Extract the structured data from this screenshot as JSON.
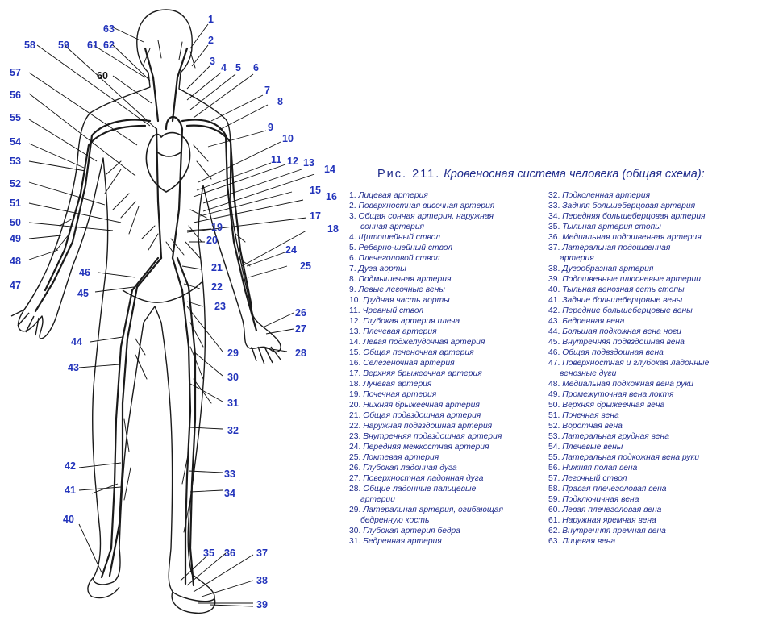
{
  "figure": {
    "caption_prefix": "Рис. 211.",
    "caption_title": "Кровеносная система человека (общая схема):",
    "colors": {
      "text": "#1e2a8a",
      "markers": "#2233bb",
      "lines": "#1a1a1a"
    }
  },
  "markers": [
    "1",
    "2",
    "3",
    "4",
    "5",
    "6",
    "7",
    "8",
    "9",
    "10",
    "11",
    "12",
    "13",
    "14",
    "15",
    "16",
    "17",
    "18",
    "19",
    "20",
    "21",
    "22",
    "23",
    "24",
    "25",
    "26",
    "27",
    "28",
    "29",
    "30",
    "31",
    "32",
    "33",
    "34",
    "35",
    "36",
    "37",
    "38",
    "39",
    "40",
    "41",
    "42",
    "43",
    "44",
    "45",
    "46",
    "47",
    "48",
    "49",
    "50",
    "51",
    "52",
    "53",
    "54",
    "55",
    "56",
    "57",
    "58",
    "59",
    "60",
    "61",
    "62",
    "63"
  ],
  "legend_left": [
    {
      "n": "1.",
      "t": "Лицевая артерия"
    },
    {
      "n": "2.",
      "t": "Поверхностная височная артерия"
    },
    {
      "n": "3.",
      "t": "Общая сонная артерия, наружная"
    },
    {
      "n": "",
      "t": "сонная артерия"
    },
    {
      "n": "4.",
      "t": "Щитошейный ствол"
    },
    {
      "n": "5.",
      "t": "Реберно-шейный ствол"
    },
    {
      "n": "6.",
      "t": "Плечеголовой ствол"
    },
    {
      "n": "7.",
      "t": "Дуга аорты"
    },
    {
      "n": "8.",
      "t": "Подмышечная артерия"
    },
    {
      "n": "9.",
      "t": "Левые легочные вены"
    },
    {
      "n": "10.",
      "t": "Грудная часть аорты"
    },
    {
      "n": "11.",
      "t": "Чревный ствол"
    },
    {
      "n": "12.",
      "t": "Глубокая артерия плеча"
    },
    {
      "n": "13.",
      "t": "Плечевая артерия"
    },
    {
      "n": "14.",
      "t": "Левая поджелудочная артерия"
    },
    {
      "n": "15.",
      "t": "Общая печеночная артерия"
    },
    {
      "n": "16.",
      "t": "Селезеночная артерия"
    },
    {
      "n": "17.",
      "t": "Верхняя брыжеечная артерия"
    },
    {
      "n": "18.",
      "t": "Лучевая артерия"
    },
    {
      "n": "19.",
      "t": "Почечная артерия"
    },
    {
      "n": "20.",
      "t": "Нижняя брыжеечная артерия"
    },
    {
      "n": "21.",
      "t": "Общая подвздошная артерия"
    },
    {
      "n": "22.",
      "t": "Наружная подвздошная артерия"
    },
    {
      "n": "23.",
      "t": "Внутренняя подвздошная артерия"
    },
    {
      "n": "24.",
      "t": "Передняя межкостная артерия"
    },
    {
      "n": "25.",
      "t": "Локтевая артерия"
    },
    {
      "n": "26.",
      "t": "Глубокая ладонная дуга"
    },
    {
      "n": "27.",
      "t": "Поверхностная ладонная дуга"
    },
    {
      "n": "28.",
      "t": "Общие ладонные пальцевые"
    },
    {
      "n": "",
      "t": "артерии"
    },
    {
      "n": "29.",
      "t": "Латеральная артерия, огибающая"
    },
    {
      "n": "",
      "t": "бедренную кость"
    },
    {
      "n": "30.",
      "t": "Глубокая артерия бедра"
    },
    {
      "n": "31.",
      "t": "Бедренная артерия"
    }
  ],
  "legend_right": [
    {
      "n": "32.",
      "t": "Подколенная артерия"
    },
    {
      "n": "33.",
      "t": "Задняя большеберцовая артерия"
    },
    {
      "n": "34.",
      "t": "Передняя большеберцовая артерия"
    },
    {
      "n": "35.",
      "t": "Тыльная артерия стопы"
    },
    {
      "n": "36.",
      "t": "Медиальная подошвенная артерия"
    },
    {
      "n": "37.",
      "t": "Латеральная подошвенная"
    },
    {
      "n": "",
      "t": "артерия"
    },
    {
      "n": "38.",
      "t": "Дугообразная артерия"
    },
    {
      "n": "39.",
      "t": "Подошвенные плюсневые артерии"
    },
    {
      "n": "40.",
      "t": "Тыльная венозная сеть стопы"
    },
    {
      "n": "41.",
      "t": "Задние большеберцовые вены"
    },
    {
      "n": "42.",
      "t": "Передние большеберцовые вены"
    },
    {
      "n": "43.",
      "t": "Бедренная вена"
    },
    {
      "n": "44.",
      "t": "Большая подкожная вена ноги"
    },
    {
      "n": "45.",
      "t": "Внутренняя подвздошная вена"
    },
    {
      "n": "46.",
      "t": "Общая подвздошная вена"
    },
    {
      "n": "47.",
      "t": "Поверхностная и глубокая ладонные"
    },
    {
      "n": "",
      "t": "венозные дуги"
    },
    {
      "n": "48.",
      "t": "Медиальная подкожная вена руки"
    },
    {
      "n": "49.",
      "t": "Промежуточная вена локтя"
    },
    {
      "n": "50.",
      "t": "Верхняя брыжеечная вена"
    },
    {
      "n": "51.",
      "t": "Почечная вена"
    },
    {
      "n": "52.",
      "t": "Воротная вена"
    },
    {
      "n": "53.",
      "t": "Латеральная грудная вена"
    },
    {
      "n": "54.",
      "t": "Плечевые вены"
    },
    {
      "n": "55.",
      "t": "Латеральная подкожная вена руки"
    },
    {
      "n": "56.",
      "t": "Нижняя полая вена"
    },
    {
      "n": "57.",
      "t": "Легочный ствол"
    },
    {
      "n": "58.",
      "t": "Правая плечеголовая вена"
    },
    {
      "n": "59.",
      "t": "Подключичная вена"
    },
    {
      "n": "60.",
      "t": "Левая плечеголовая вена"
    },
    {
      "n": "61.",
      "t": "Наружная яремная вена"
    },
    {
      "n": "62.",
      "t": "Внутренняя яремная вена"
    },
    {
      "n": "63.",
      "t": "Лицевая вена"
    }
  ]
}
